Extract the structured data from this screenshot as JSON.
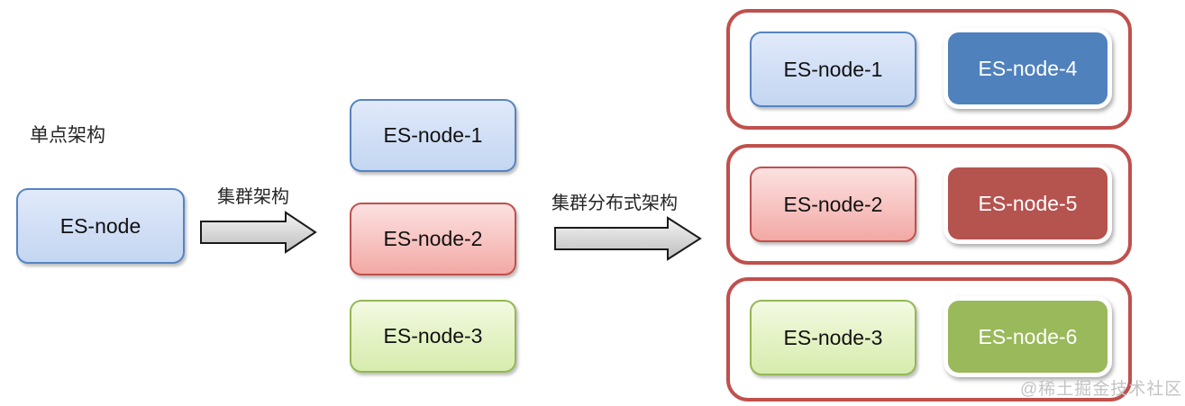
{
  "stage1": {
    "label": "单点架构",
    "node": {
      "label": "ES-node"
    }
  },
  "arrows": [
    {
      "label": "集群架构"
    },
    {
      "label": "集群分布式架构"
    }
  ],
  "stage2": {
    "nodes": [
      {
        "label": "ES-node-1"
      },
      {
        "label": "ES-node-2"
      },
      {
        "label": "ES-node-3"
      }
    ]
  },
  "stage3": {
    "groups": [
      {
        "primary": {
          "label": "ES-node-1"
        },
        "replica": {
          "label": "ES-node-4"
        }
      },
      {
        "primary": {
          "label": "ES-node-2"
        },
        "replica": {
          "label": "ES-node-5"
        }
      },
      {
        "primary": {
          "label": "ES-node-3"
        },
        "replica": {
          "label": "ES-node-6"
        }
      }
    ]
  },
  "watermark": {
    "text": "@稀土掘金技术社区"
  },
  "colors": {
    "blue_border": "#5584c1",
    "blue_light_top": "#e1eafa",
    "blue_light_bottom": "#c4d6f1",
    "blue_solid": "#4f81bd",
    "red_border": "#c0504d",
    "red_light_top": "#fbe1e0",
    "red_light_bottom": "#f2a9a5",
    "red_solid": "#b5534f",
    "green_border": "#94b754",
    "green_light_top": "#f3fae3",
    "green_light_bottom": "#d7ecae",
    "green_solid": "#9ab95a",
    "group_border": "#c0504d",
    "arrow_fill_top": "#f2f2f2",
    "arrow_fill_bottom": "#bfbfbf",
    "arrow_outline": "#1a1a1a",
    "watermark_gray": "#c3c3c3"
  }
}
